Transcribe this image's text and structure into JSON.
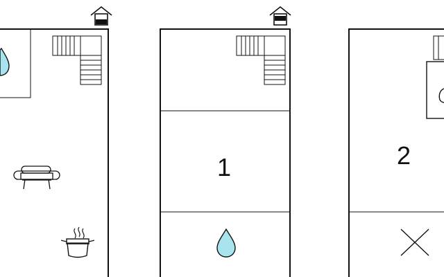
{
  "floors": [
    {
      "id": "floor-1",
      "rooms": []
    },
    {
      "id": "floor-2",
      "rooms": [
        {
          "label": "1"
        }
      ]
    },
    {
      "id": "floor-3",
      "rooms": [
        {
          "label": "2"
        }
      ]
    }
  ],
  "icons": {
    "floor_marker": "house-floor-icon",
    "stairs": "stairs-icon",
    "water": "water-drop-icon",
    "sofa": "sofa-icon",
    "kitchen": "cooking-pot-icon",
    "bed": "bed-icon",
    "no_access": "cross-icon"
  },
  "colors": {
    "water_drop": "#a8e4ee",
    "line": "#111111",
    "background": "#ffffff"
  }
}
